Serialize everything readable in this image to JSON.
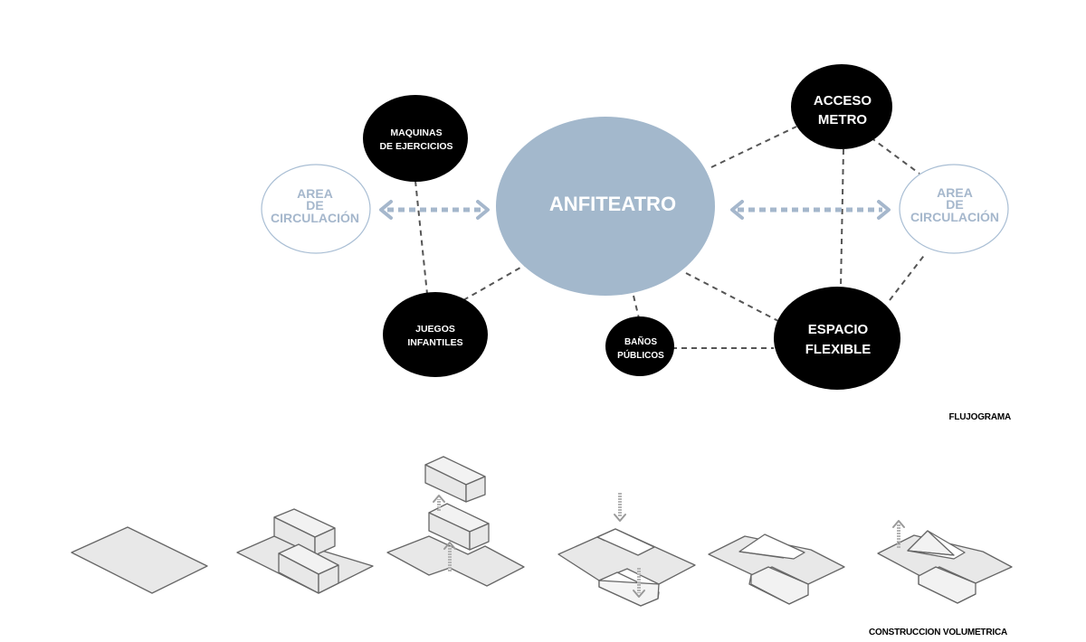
{
  "flujograma": {
    "caption": "FLUJOGRAMA",
    "colors": {
      "center_fill": "#a3b8cc",
      "node_fill": "#000000",
      "circulation_stroke": "#a9bed4",
      "circulation_text": "#a5b7cc",
      "edge": "#555555"
    },
    "center": {
      "label": "ANFITEATRO"
    },
    "nodes": {
      "maquinas": {
        "line1": "MAQUINAS",
        "line2": "DE EJERCICIOS"
      },
      "acceso": {
        "line1": "ACCESO",
        "line2": "METRO"
      },
      "juegos": {
        "line1": "JUEGOS",
        "line2": "INFANTILES"
      },
      "banos": {
        "line1": "BAÑOS",
        "line2": "PÚBLICOS"
      },
      "espacio": {
        "line1": "ESPACIO",
        "line2": "FLEXIBLE"
      }
    },
    "circulation_left": {
      "line1": "AREA",
      "line2": "DE",
      "line3": "CIRCULACIÓN"
    },
    "circulation_right": {
      "line1": "AREA",
      "line2": "DE",
      "line3": "CIRCULACIÓN"
    },
    "connections": [
      [
        "maquinas",
        "juegos"
      ],
      [
        "juegos",
        "anfiteatro"
      ],
      [
        "anfiteatro",
        "acceso"
      ],
      [
        "anfiteatro",
        "banos"
      ],
      [
        "anfiteatro",
        "espacio"
      ],
      [
        "banos",
        "espacio"
      ],
      [
        "acceso",
        "espacio"
      ],
      [
        "acceso",
        "circulation_right"
      ],
      [
        "espacio",
        "circulation_right"
      ]
    ],
    "flows": [
      [
        "circulation_left",
        "anfiteatro"
      ],
      [
        "anfiteatro",
        "circulation_right"
      ]
    ]
  },
  "construccion": {
    "caption": "CONSTRUCCION VOLUMETRICA",
    "steps": [
      {
        "id": 1,
        "description": "base plane"
      },
      {
        "id": 2,
        "description": "two blocks placed on plane"
      },
      {
        "id": 3,
        "description": "blocks lifted upward",
        "arrows": "up"
      },
      {
        "id": 4,
        "description": "voids subtracted",
        "arrows": "down"
      },
      {
        "id": 5,
        "description": "folded planes"
      },
      {
        "id": 6,
        "description": "raised roof form",
        "arrows": "up"
      }
    ]
  }
}
